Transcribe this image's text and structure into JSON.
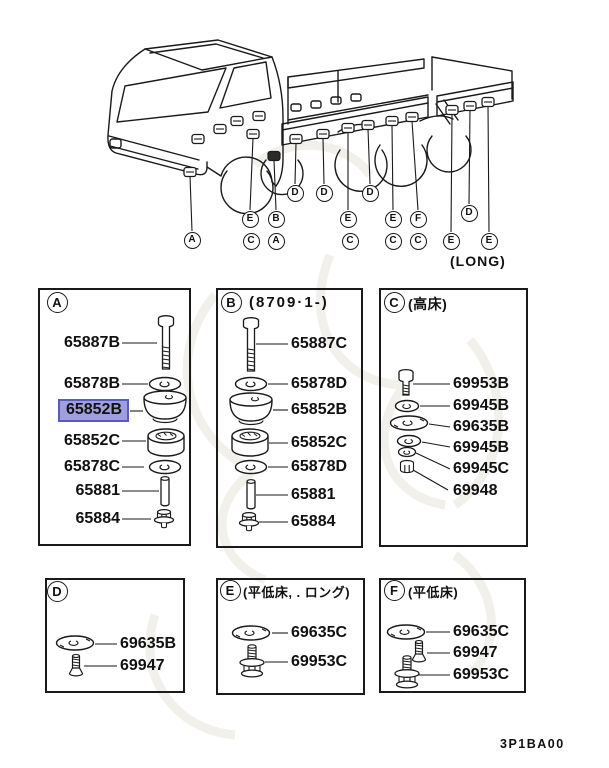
{
  "page": {
    "diagram_code": "3P1BA00"
  },
  "colors": {
    "highlight_fill": "#9f9fdf",
    "highlight_border": "#5a5ac0",
    "line": "#1a1a1a"
  },
  "truck": {
    "long_label": "(LONG)",
    "callouts": [
      {
        "letter": "A"
      },
      {
        "letter": "E"
      },
      {
        "letter": "C"
      },
      {
        "letter": "B"
      },
      {
        "letter": "A"
      },
      {
        "letter": "D"
      },
      {
        "letter": "D"
      },
      {
        "letter": "E"
      },
      {
        "letter": "C"
      },
      {
        "letter": "D"
      },
      {
        "letter": "E"
      },
      {
        "letter": "C"
      },
      {
        "letter": "F"
      },
      {
        "letter": "C"
      },
      {
        "letter": "E"
      },
      {
        "letter": "D"
      },
      {
        "letter": "E"
      }
    ]
  },
  "boxes": {
    "a": {
      "letter": "A",
      "header": "",
      "parts": [
        {
          "number": "65887B",
          "icon": "bolt-icon",
          "highlighted": false
        },
        {
          "number": "65878B",
          "icon": "washer-icon",
          "highlighted": false
        },
        {
          "number": "65852B",
          "icon": "cushion-icon",
          "highlighted": true
        },
        {
          "number": "65852C",
          "icon": "ring-icon",
          "highlighted": false
        },
        {
          "number": "65878C",
          "icon": "washer-icon",
          "highlighted": false
        },
        {
          "number": "65881",
          "icon": "spacer-tube-icon",
          "highlighted": false
        },
        {
          "number": "65884",
          "icon": "nut-icon",
          "highlighted": false
        }
      ]
    },
    "b": {
      "letter": "B",
      "header": "(8709·1-)",
      "parts": [
        {
          "number": "65887C",
          "icon": "bolt-icon",
          "highlighted": false
        },
        {
          "number": "65878D",
          "icon": "washer-icon",
          "highlighted": false
        },
        {
          "number": "65852B",
          "icon": "cushion-icon",
          "highlighted": false
        },
        {
          "number": "65852C",
          "icon": "ring-icon",
          "highlighted": false
        },
        {
          "number": "65878D",
          "icon": "washer-icon",
          "highlighted": false
        },
        {
          "number": "65881",
          "icon": "spacer-tube-icon",
          "highlighted": false
        },
        {
          "number": "65884",
          "icon": "nut-icon",
          "highlighted": false
        }
      ]
    },
    "c": {
      "letter": "C",
      "header": "(高床)",
      "parts": [
        {
          "number": "69953B",
          "icon": "bolt-icon",
          "highlighted": false
        },
        {
          "number": "69945B",
          "icon": "washer-icon",
          "highlighted": false
        },
        {
          "number": "69635B",
          "icon": "plate-washer-icon",
          "highlighted": false
        },
        {
          "number": "69945B",
          "icon": "washer-icon",
          "highlighted": false
        },
        {
          "number": "69945C",
          "icon": "washer-icon",
          "highlighted": false
        },
        {
          "number": "69948",
          "icon": "nut-icon",
          "highlighted": false
        }
      ]
    },
    "d": {
      "letter": "D",
      "header": "",
      "parts": [
        {
          "number": "69635B",
          "icon": "plate-washer-icon",
          "highlighted": false
        },
        {
          "number": "69947",
          "icon": "screw-icon",
          "highlighted": false
        }
      ]
    },
    "e": {
      "letter": "E",
      "header": "(平低床, . ロング)",
      "parts": [
        {
          "number": "69635C",
          "icon": "plate-washer-icon",
          "highlighted": false
        },
        {
          "number": "69953C",
          "icon": "flange-bolt-icon",
          "highlighted": false
        }
      ]
    },
    "f": {
      "letter": "F",
      "header": "(平低床)",
      "parts": [
        {
          "number": "69635C",
          "icon": "plate-washer-icon",
          "highlighted": false
        },
        {
          "number": "69947",
          "icon": "screw-icon",
          "highlighted": false
        },
        {
          "number": "69953C",
          "icon": "flange-bolt-icon",
          "highlighted": false
        }
      ]
    }
  }
}
